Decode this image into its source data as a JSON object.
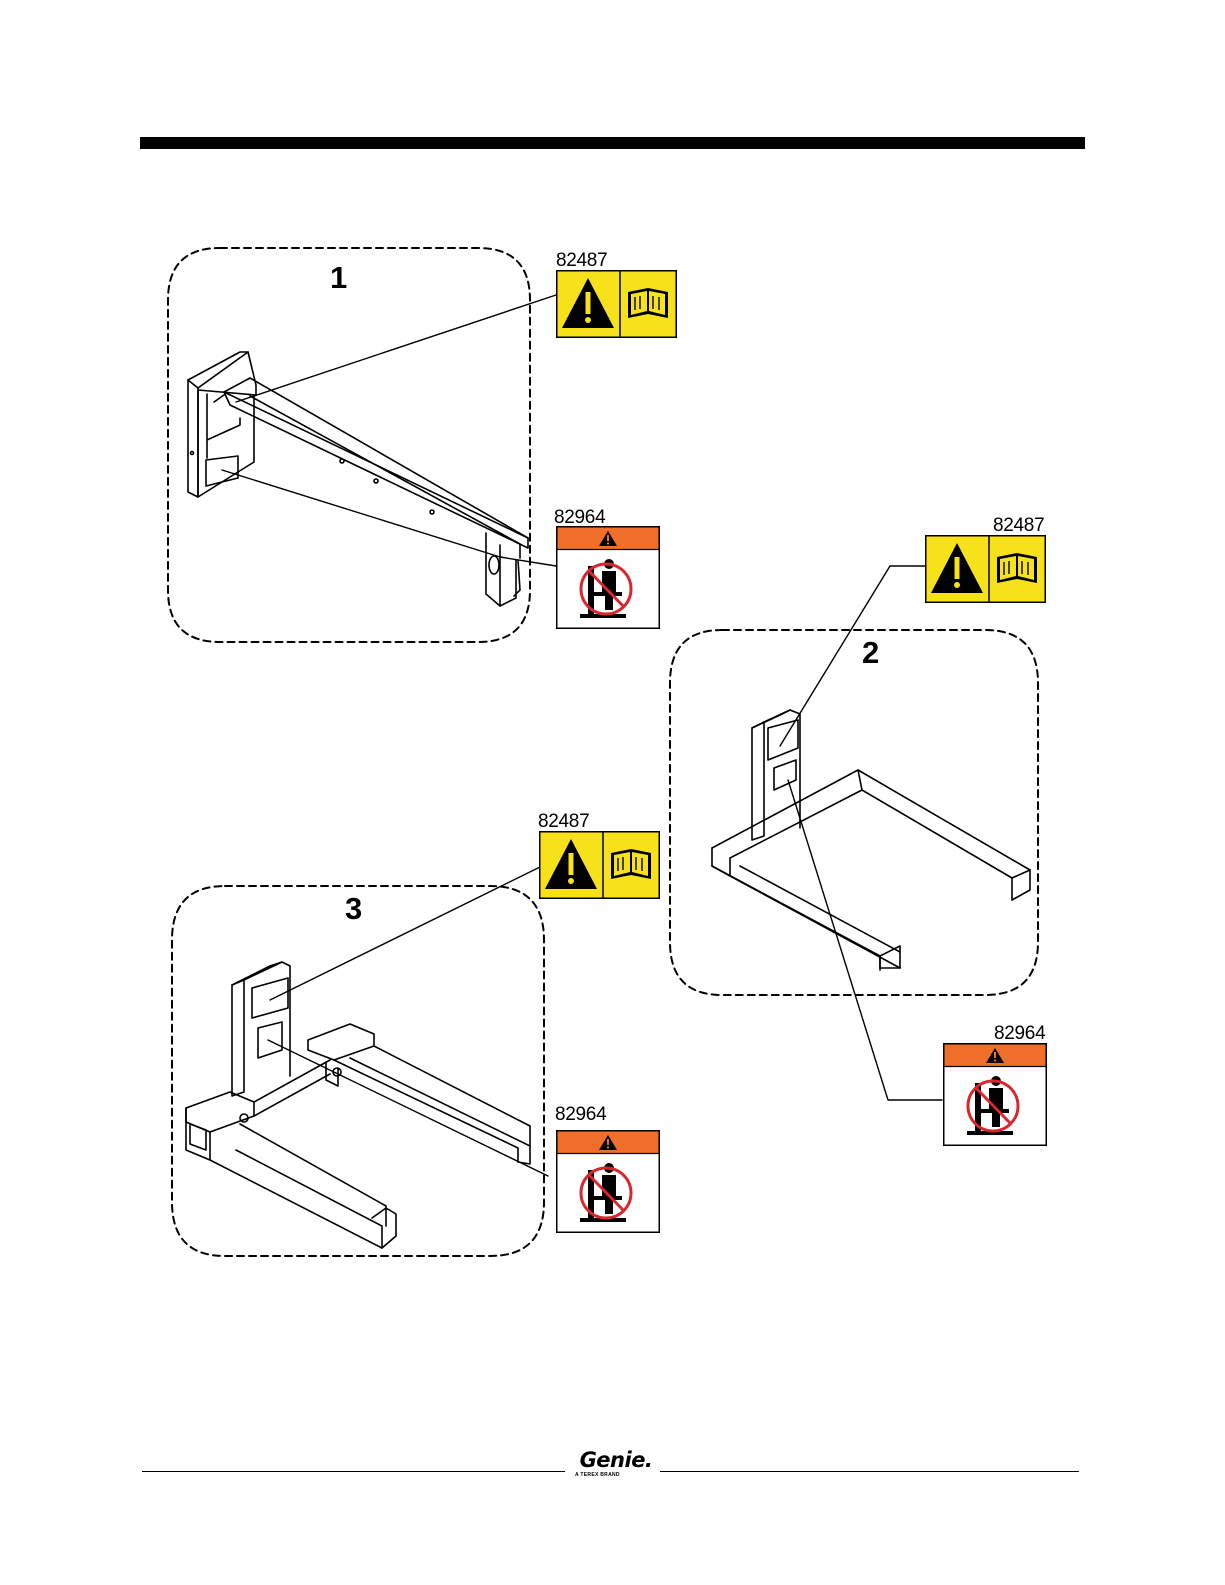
{
  "callouts": {
    "c1": "1",
    "c2": "2",
    "c3": "3"
  },
  "decals": {
    "d1_top": "82487",
    "d1_bottom": "82964",
    "d2_top": "82487",
    "d2_bottom": "82964",
    "d3_top": "82487",
    "d3_bottom": "82964"
  },
  "decal_types": {
    "82487": "warning-read-manual",
    "82964": "danger-no-riding"
  },
  "colors": {
    "warning_yellow": "#f7e11b",
    "danger_orange": "#ee6e2a",
    "no_symbol_red": "#d9272e"
  },
  "footer": {
    "brand": "Genie.",
    "tagline": "A TEREX BRAND"
  }
}
